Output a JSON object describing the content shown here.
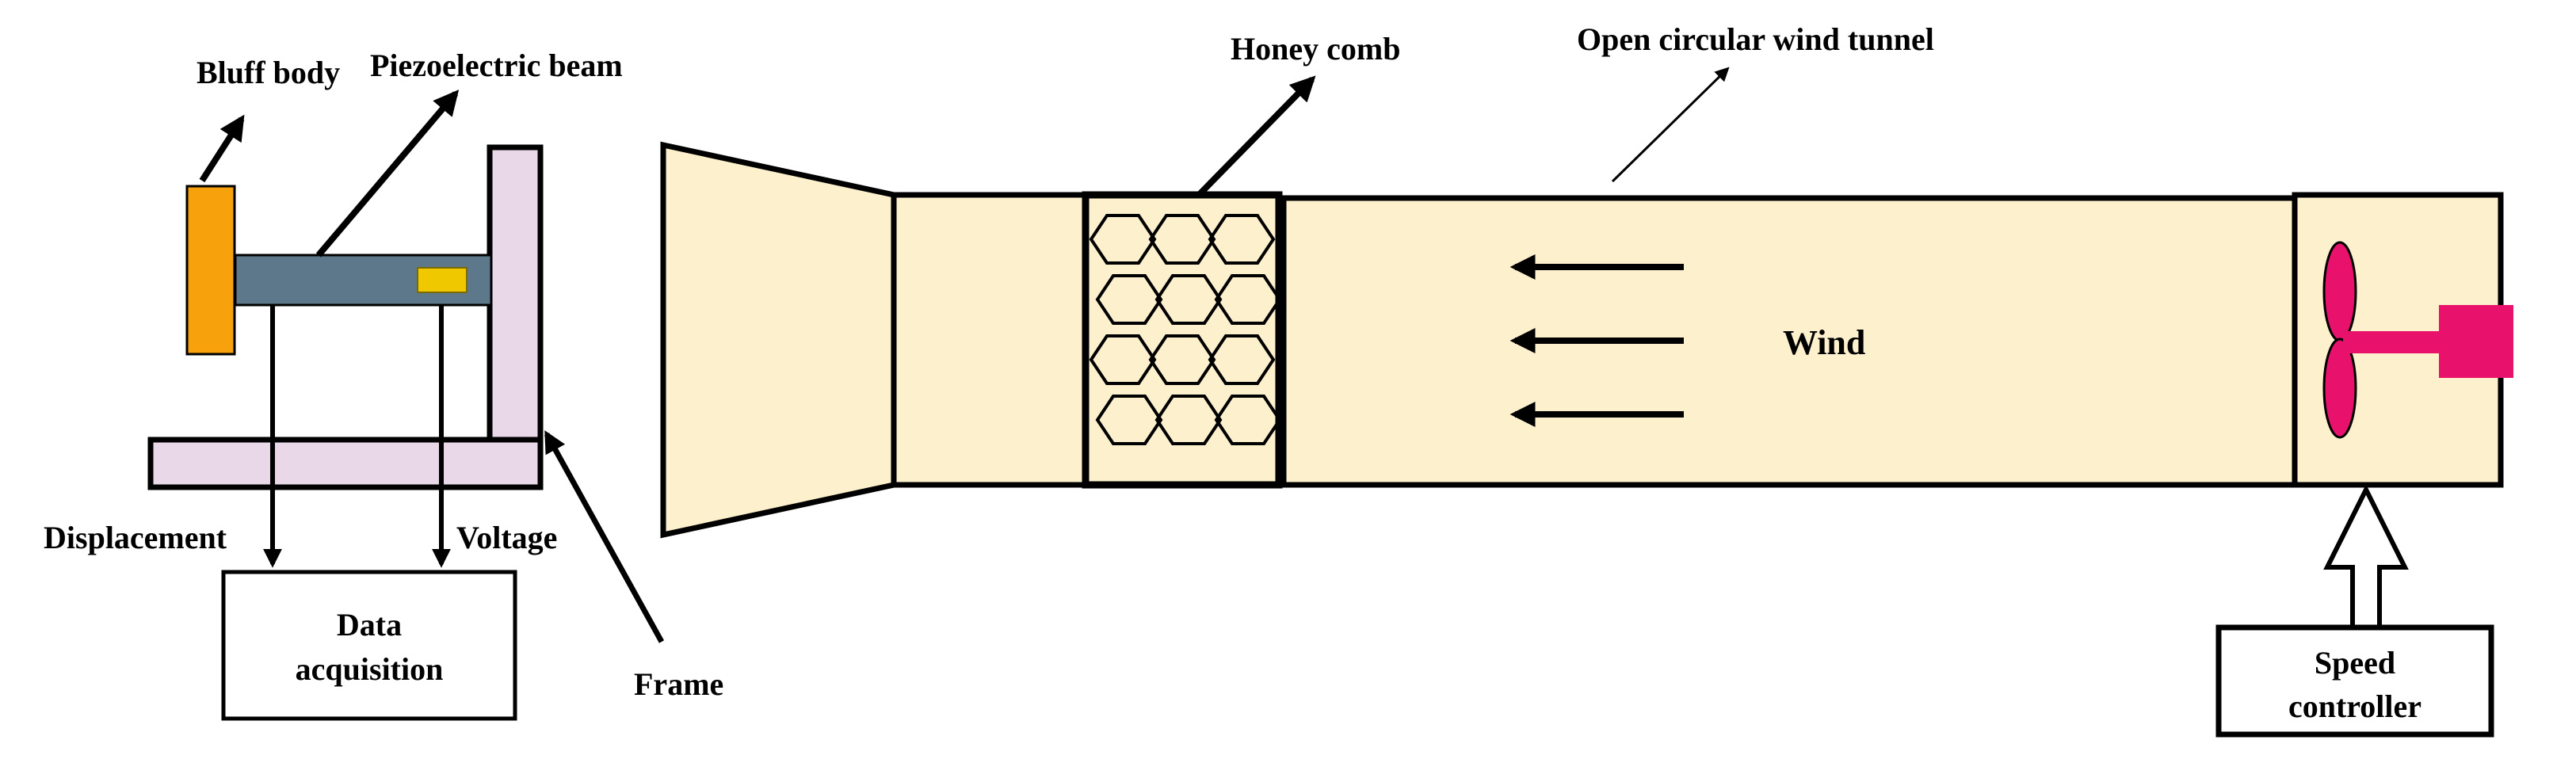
{
  "labels": {
    "bluff_body": "Bluff body",
    "piezoelectric_beam": "Piezoelectric beam",
    "honey_comb": "Honey comb",
    "wind_tunnel": "Open circular wind tunnel",
    "wind": "Wind",
    "displacement": "Displacement",
    "voltage": "Voltage",
    "frame": "Frame",
    "data_acquisition_line1": "Data",
    "data_acquisition_line2": "acquisition",
    "speed_controller_line1": "Speed",
    "speed_controller_line2": "controller"
  },
  "colors": {
    "tunnel_fill": "#fdf0cc",
    "frame_fill": "#e8d8e8",
    "bluff_body_fill": "#f7a10c",
    "beam_fill": "#5d778b",
    "sensor_fill": "#f0c800",
    "fan_fill": "#e8126c",
    "outline": "#000000"
  },
  "icons": {
    "fan": "fan-icon",
    "speed_input_arrow": "hollow-up-arrow-icon"
  }
}
